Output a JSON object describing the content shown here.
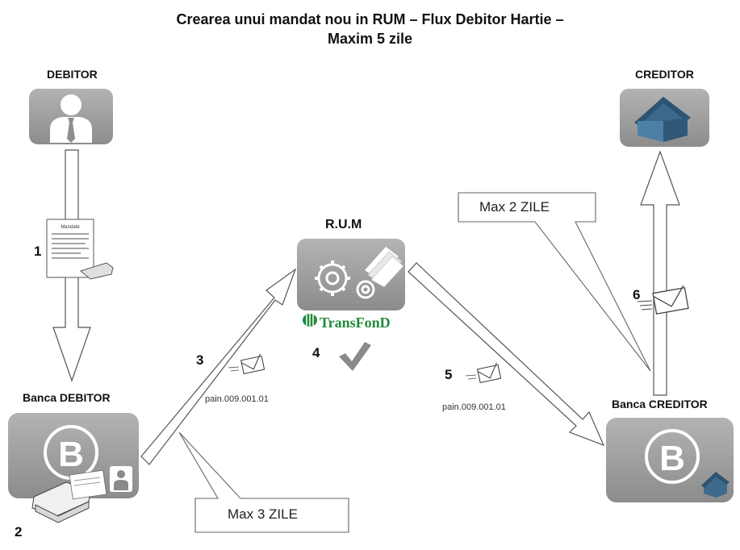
{
  "title": {
    "line1": "Crearea  unui mandat nou in RUM – Flux Debitor Hartie –",
    "line2": "Maxim 5 zile"
  },
  "nodes": {
    "debitor": "DEBITOR",
    "creditor": "CREDITOR",
    "rum": "R.U.M",
    "banca_debitor": "Banca DEBITOR",
    "banca_creditor": "Banca CREDITOR"
  },
  "bank_letter": "B",
  "rum_logo": "TransFonD",
  "steps": [
    "1",
    "2",
    "3",
    "4",
    "5",
    "6"
  ],
  "messages": {
    "step3": "pain.009.001.01",
    "step5": "pain.009.001.01"
  },
  "callouts": {
    "max_debtor_bank": "Max  3 ZILE",
    "max_creditor_bank": "Max 2 ZILE"
  },
  "colors": {
    "box_gray": "#9a9a9a",
    "house_blue": "#3f6f93",
    "logo_green": "#1f8a3a",
    "check_gray": "#8a8a8a"
  },
  "icons": [
    "person-icon",
    "house-icon",
    "bank-b-icon",
    "gears-icon",
    "envelope-icon",
    "document-icon",
    "checkmark-icon",
    "scanner-icon"
  ]
}
